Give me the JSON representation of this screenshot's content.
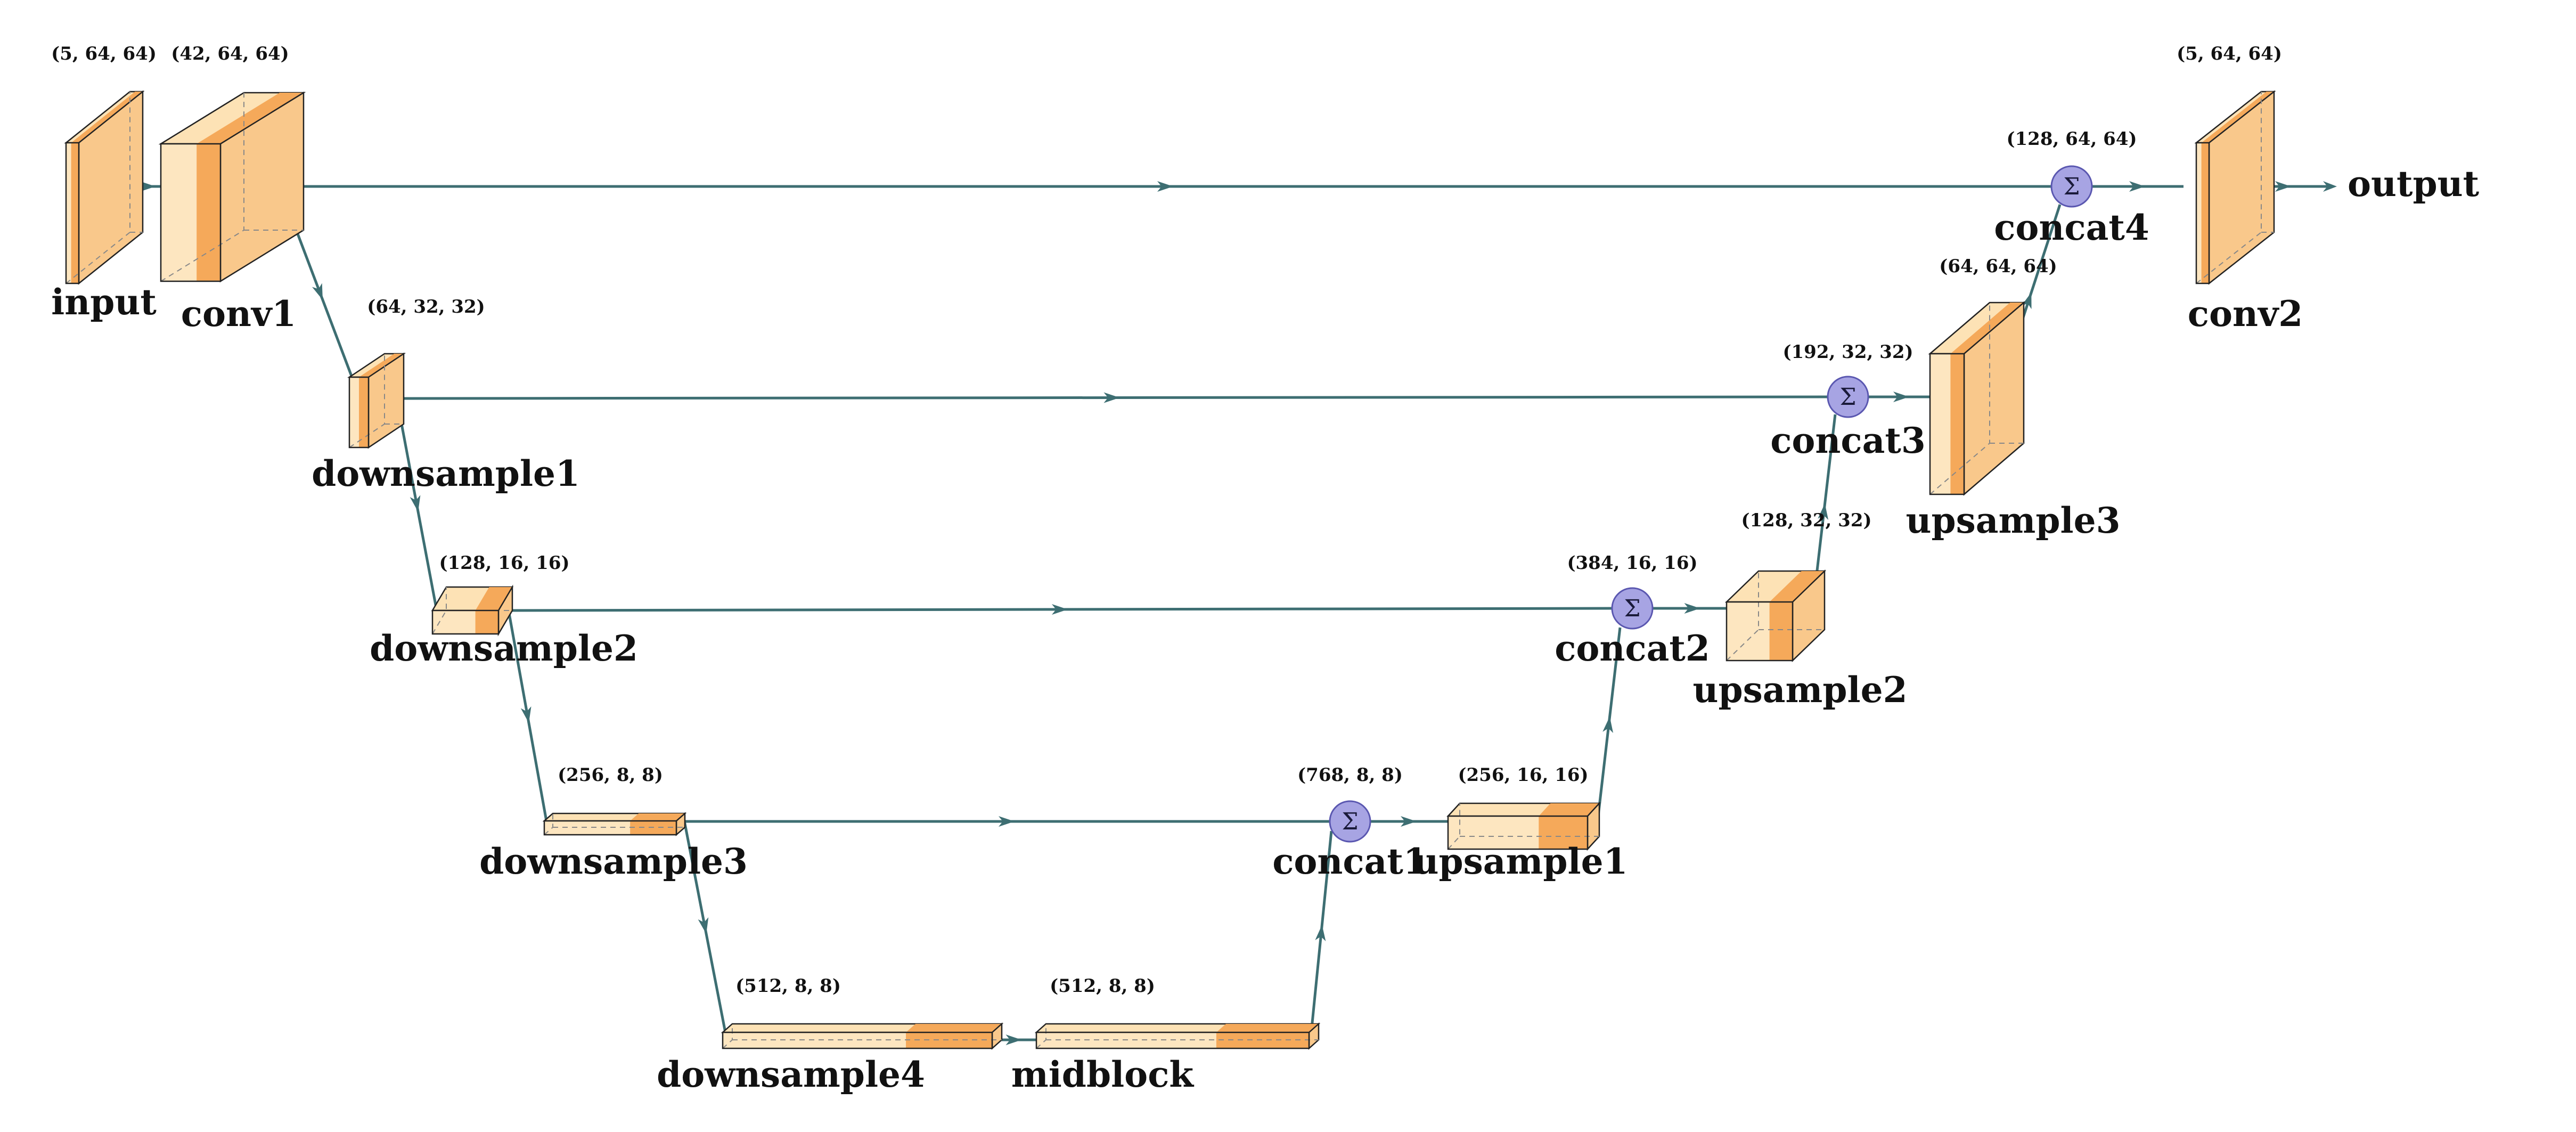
{
  "colors": {
    "light": "#fde2b5",
    "face": "#fde6c0",
    "side": "#f9c88b",
    "accent": "#f5a95a",
    "connection": "#3d6e72",
    "sum_fill": "#a7a4e3",
    "sum_stroke": "#5a57b0"
  },
  "sum_symbol": "Σ",
  "layers": [
    {
      "id": "input",
      "label": "input",
      "dims": "(5, 64, 64)"
    },
    {
      "id": "conv1",
      "label": "conv1",
      "dims": "(42, 64, 64)"
    },
    {
      "id": "downsample1",
      "label": "downsample1",
      "dims": "(64, 32, 32)"
    },
    {
      "id": "downsample2",
      "label": "downsample2",
      "dims": "(128, 16, 16)"
    },
    {
      "id": "downsample3",
      "label": "downsample3",
      "dims": "(256, 8, 8)"
    },
    {
      "id": "downsample4",
      "label": "downsample4",
      "dims": "(512, 8, 8)"
    },
    {
      "id": "midblock",
      "label": "midblock",
      "dims": "(512, 8, 8)"
    },
    {
      "id": "upsample1",
      "label": "upsample1",
      "dims": "(256, 16, 16)"
    },
    {
      "id": "upsample2",
      "label": "upsample2",
      "dims": "(128, 32, 32)"
    },
    {
      "id": "upsample3",
      "label": "upsample3",
      "dims": "(64, 64, 64)"
    },
    {
      "id": "conv2",
      "label": "conv2",
      "dims": "(5, 64, 64)"
    }
  ],
  "concats": [
    {
      "id": "concat1",
      "label": "concat1",
      "dims": "(768, 8, 8)"
    },
    {
      "id": "concat2",
      "label": "concat2",
      "dims": "(384, 16, 16)"
    },
    {
      "id": "concat3",
      "label": "concat3",
      "dims": "(192, 32, 32)"
    },
    {
      "id": "concat4",
      "label": "concat4",
      "dims": "(128, 64, 64)"
    }
  ],
  "output_label": "output"
}
